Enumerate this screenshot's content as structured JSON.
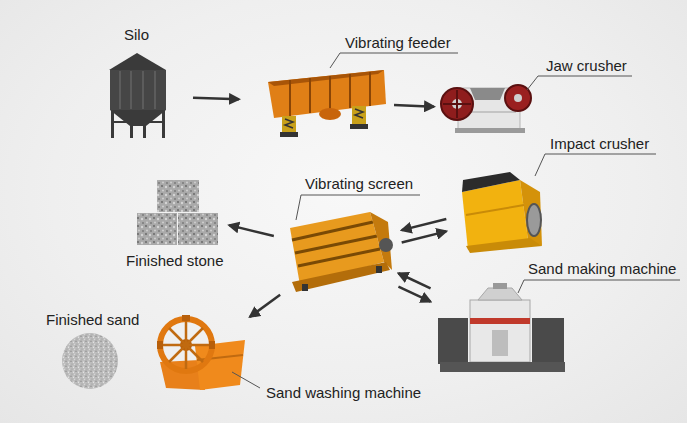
{
  "diagram": {
    "nodes": [
      {
        "text": [
          "Silo"
        ]
      },
      {
        "text": [
          "Vibrating feeder"
        ]
      },
      {
        "text": [
          "Jaw crusher"
        ]
      },
      {
        "text": [
          "Impact crusher"
        ]
      },
      {
        "text": [
          "Vibrating screen"
        ]
      },
      {
        "text": [
          "Finished stone"
        ]
      },
      {
        "text": [
          "Sand making machine"
        ]
      },
      {
        "text": [
          "Finished sand"
        ]
      },
      {
        "text": [
          "Sand washing machine"
        ]
      }
    ],
    "edges": [
      {
        "from": 0,
        "to": 1,
        "arrow": "to"
      },
      {
        "from": 1,
        "to": 2,
        "arrow": "to"
      },
      {
        "from": 3,
        "to": 4,
        "arrow": "to"
      },
      {
        "from": 4,
        "to": 3,
        "arrow": "to"
      },
      {
        "from": 4,
        "to": 6,
        "arrow": "to"
      },
      {
        "from": 6,
        "to": 4,
        "arrow": "to"
      },
      {
        "from": 4,
        "to": 5,
        "arrow": "to"
      },
      {
        "from": 4,
        "to": 8,
        "arrow": "to"
      }
    ]
  }
}
